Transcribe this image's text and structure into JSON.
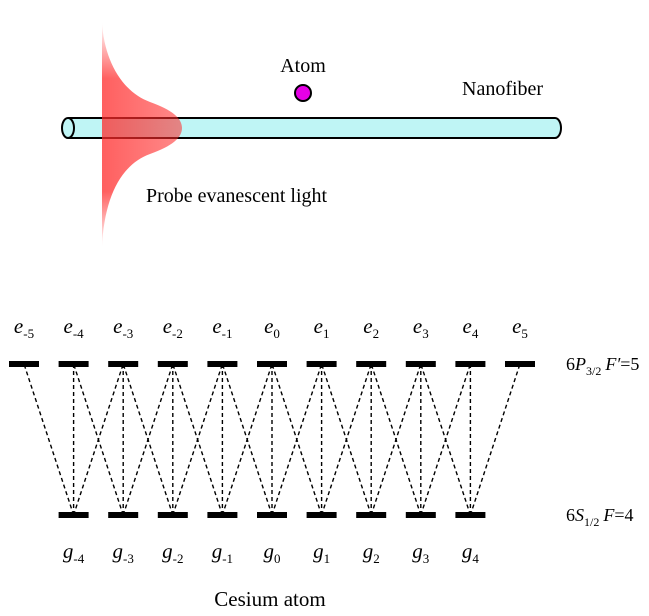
{
  "fiber": {
    "atom_label": "Atom",
    "fiber_label": "Nanofiber",
    "probe_label": "Probe evanescent light",
    "fiber_color": "#bff5f5",
    "atom_color": "#e600e6",
    "probe_color": "#ff2a2a"
  },
  "levels": {
    "excited": {
      "letter": "e",
      "subscripts": [
        "-5",
        "-4",
        "-3",
        "-2",
        "-1",
        "0",
        "1",
        "2",
        "3",
        "4",
        "5"
      ]
    },
    "ground": {
      "letter": "g",
      "subscripts": [
        "-4",
        "-3",
        "-2",
        "-1",
        "0",
        "1",
        "2",
        "3",
        "4"
      ]
    },
    "excited_state": {
      "prefix": "6",
      "symbol": "P",
      "sub": "3/2",
      "quantum": "F′",
      "value": "=5"
    },
    "ground_state": {
      "prefix": "6",
      "symbol": "S",
      "sub": "1/2",
      "quantum": "F",
      "value": "=4"
    },
    "caption": "Cesium atom"
  }
}
